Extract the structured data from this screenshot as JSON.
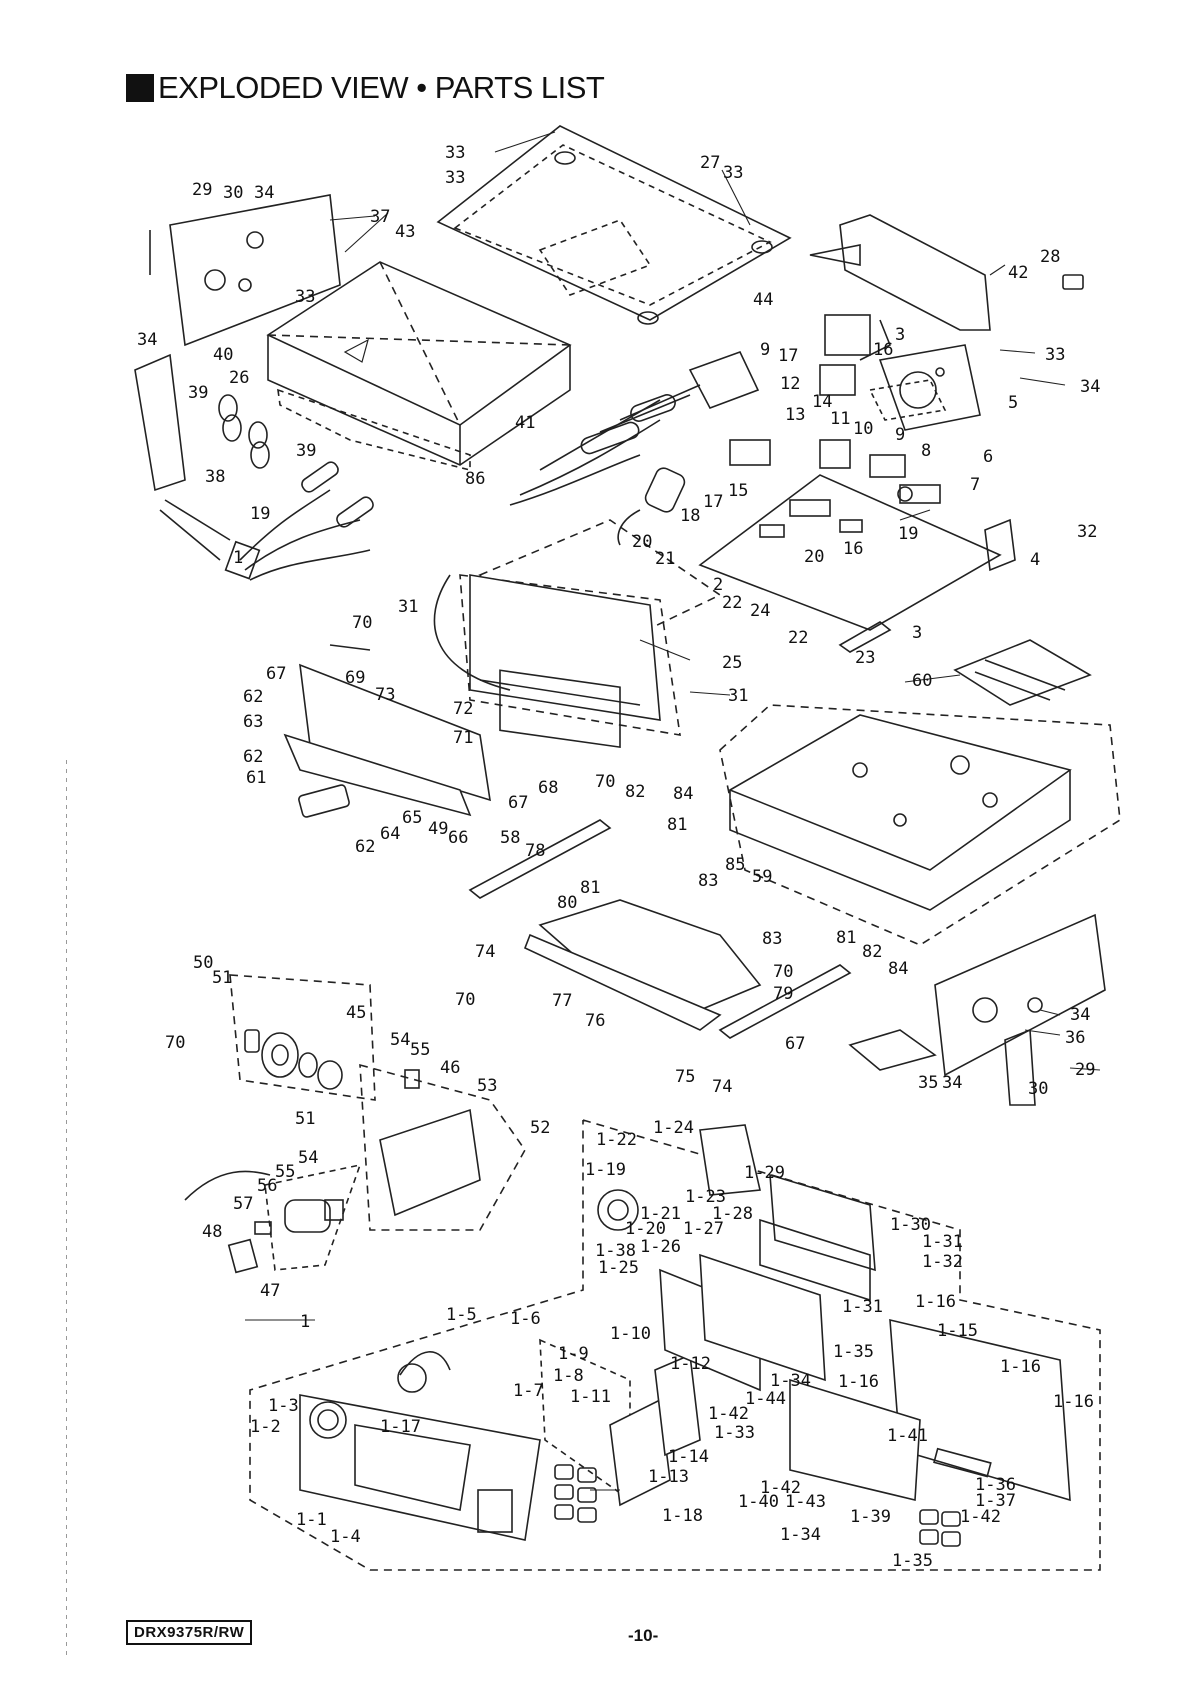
{
  "header": {
    "title": "EXPLODED VIEW • PARTS LIST"
  },
  "footer": {
    "model": "DRX9375R/RW",
    "page": "-10-"
  },
  "callouts": [
    "29",
    "30",
    "34",
    "37",
    "34",
    "43",
    "33",
    "40",
    "26",
    "39",
    "39",
    "38",
    "19",
    "1",
    "33",
    "27",
    "33",
    "33",
    "44",
    "42",
    "28",
    "9",
    "3",
    "17",
    "16",
    "12",
    "33",
    "34",
    "13",
    "14",
    "11",
    "10",
    "9",
    "8",
    "6",
    "7",
    "5",
    "86",
    "41",
    "15",
    "17",
    "18",
    "20",
    "21",
    "20",
    "19",
    "16",
    "2",
    "22",
    "24",
    "32",
    "4",
    "22",
    "23",
    "3",
    "31",
    "25",
    "31",
    "70",
    "67",
    "69",
    "73",
    "72",
    "71",
    "62",
    "63",
    "62",
    "61",
    "65",
    "49",
    "66",
    "64",
    "62",
    "67",
    "68",
    "70",
    "82",
    "84",
    "81",
    "58",
    "78",
    "83",
    "80",
    "81",
    "74",
    "85",
    "59",
    "60",
    "84",
    "83",
    "81",
    "82",
    "70",
    "79",
    "77",
    "76",
    "67",
    "75",
    "74",
    "34",
    "36",
    "29",
    "35",
    "34",
    "30",
    "50",
    "51",
    "45",
    "70",
    "70",
    "54",
    "55",
    "46",
    "53",
    "52",
    "51",
    "54",
    "55",
    "56",
    "57",
    "48",
    "47",
    "1",
    "1-24",
    "1-22",
    "1-19",
    "1-23",
    "1-21",
    "1-20",
    "1-27",
    "1-28",
    "1-29",
    "1-30",
    "1-31",
    "1-32",
    "1-31",
    "1-16",
    "1-38",
    "1-26",
    "1-25",
    "1-15",
    "1-16",
    "1-16",
    "1-5",
    "1-6",
    "1-9",
    "1-10",
    "1-8",
    "1-12",
    "1-11",
    "1-7",
    "1-35",
    "1-34",
    "1-16",
    "1-3",
    "1-2",
    "1-17",
    "1-44",
    "1-42",
    "1-33",
    "1-41",
    "1-14",
    "1-13",
    "1-42",
    "1-43",
    "1-40",
    "1-36",
    "1-37",
    "1-39",
    "1-42",
    "1-18",
    "1-1",
    "1-4",
    "1-34",
    "1-35"
  ]
}
